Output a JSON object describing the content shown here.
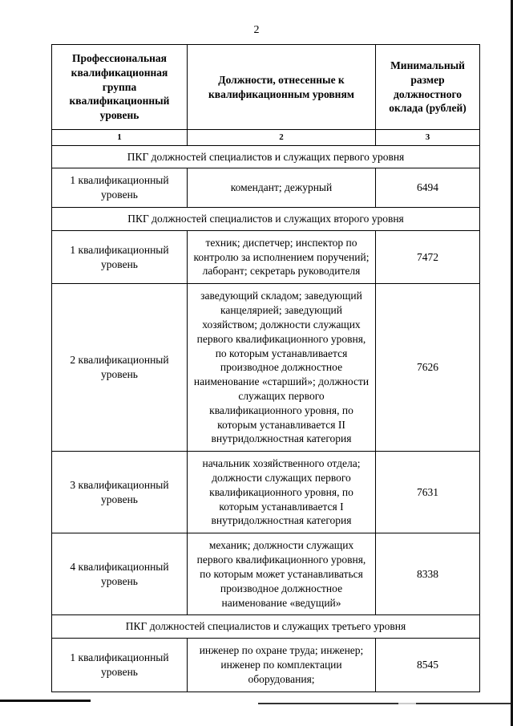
{
  "page": {
    "number": "2"
  },
  "table": {
    "headers": [
      "Профессиональная квалификационная группа квалификационный уровень",
      "Должности, отнесенные к квалификационным уровням",
      "Минимальный размер должностного оклада (рублей)"
    ],
    "col_numbers": [
      "1",
      "2",
      "3"
    ],
    "sections": [
      {
        "title": "ПКГ должностей специалистов и служащих первого уровня",
        "rows": [
          {
            "level": "1 квалификационный уровень",
            "positions": "комендант; дежурный",
            "salary": "6494"
          }
        ]
      },
      {
        "title": "ПКГ должностей специалистов и служащих второго уровня",
        "rows": [
          {
            "level": "1 квалификационный уровень",
            "positions": "техник; диспетчер; инспектор по контролю за исполнением поручений; лаборант; секретарь руководителя",
            "salary": "7472"
          },
          {
            "level": "2 квалификационный уровень",
            "positions": "заведующий складом; заведующий канцелярией; заведующий хозяйством; должности служащих первого квалификационного уровня, по которым устанавливается производное должностное наименование «старший»; должности служащих первого квалификационного уровня, по которым устанавливается II внутридолжностная категория",
            "salary": "7626"
          },
          {
            "level": "3 квалификационный уровень",
            "positions": "начальник хозяйственного отдела; должности служащих первого квалификационного уровня, по которым устанавливается I внутридолжностная категория",
            "salary": "7631"
          },
          {
            "level": "4 квалификационный уровень",
            "positions": "механик; должности служащих первого квалификационного уровня, по которым может устанавливаться производное должностное наименование «ведущий»",
            "salary": "8338"
          }
        ]
      },
      {
        "title": "ПКГ должностей специалистов и служащих третьего уровня",
        "rows": [
          {
            "level": "1 квалификационный уровень",
            "positions": "инженер по охране труда; инженер; инженер по комплектации оборудования;",
            "salary": "8545"
          }
        ]
      }
    ]
  }
}
